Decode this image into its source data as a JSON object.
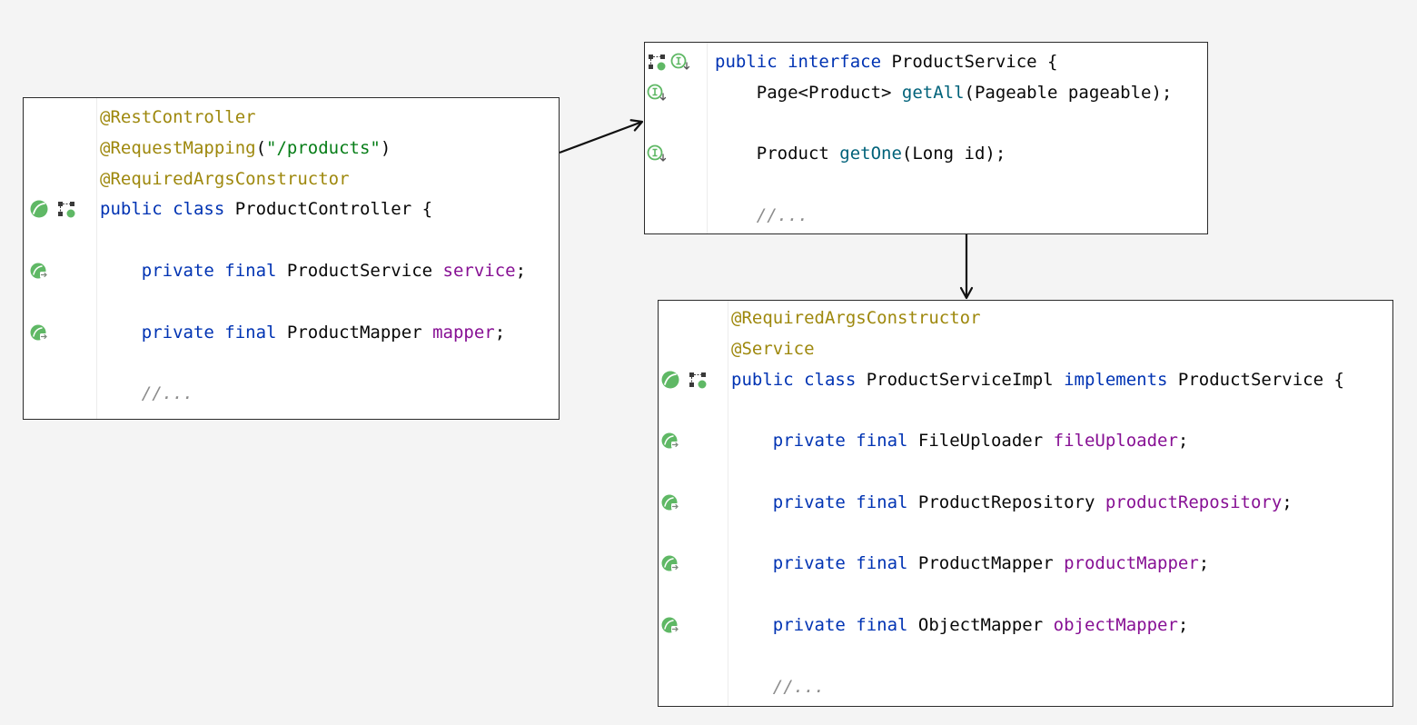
{
  "colors": {
    "annotation": "#9e880d",
    "keyword": "#0033b3",
    "plain": "#080808",
    "string": "#067d17",
    "field": "#871094",
    "method": "#00627a",
    "comment": "#8c8c8c",
    "gutter_icon_green": "#5fb865"
  },
  "controller_panel": {
    "lines": [
      [
        {
          "t": "@RestController",
          "c": "annotation"
        }
      ],
      [
        {
          "t": "@RequestMapping",
          "c": "annotation"
        },
        {
          "t": "(",
          "c": "plain"
        },
        {
          "t": "\"/products\"",
          "c": "string"
        },
        {
          "t": ")",
          "c": "plain"
        }
      ],
      [
        {
          "t": "@RequiredArgsConstructor",
          "c": "annotation"
        }
      ],
      [
        {
          "t": "public ",
          "c": "keyword"
        },
        {
          "t": "class ",
          "c": "keyword"
        },
        {
          "t": "ProductController {",
          "c": "plain"
        }
      ],
      [],
      [
        {
          "t": "    private ",
          "c": "keyword"
        },
        {
          "t": "final ",
          "c": "keyword"
        },
        {
          "t": "ProductService ",
          "c": "plain"
        },
        {
          "t": "service",
          "c": "field"
        },
        {
          "t": ";",
          "c": "plain"
        }
      ],
      [],
      [
        {
          "t": "    private ",
          "c": "keyword"
        },
        {
          "t": "final ",
          "c": "keyword"
        },
        {
          "t": "ProductMapper ",
          "c": "plain"
        },
        {
          "t": "mapper",
          "c": "field"
        },
        {
          "t": ";",
          "c": "plain"
        }
      ],
      [],
      [
        {
          "t": "    //...",
          "c": "comment"
        }
      ]
    ],
    "gutter_icons": [
      {
        "line": 3,
        "icons": [
          "spring-bean-icon",
          "bean-dependency-graph-icon"
        ]
      },
      {
        "line": 5,
        "icons": [
          "autowired-injection-icon"
        ]
      },
      {
        "line": 7,
        "icons": [
          "autowired-injection-icon"
        ]
      }
    ]
  },
  "interface_panel": {
    "lines": [
      [
        {
          "t": "public ",
          "c": "keyword"
        },
        {
          "t": "interface ",
          "c": "keyword"
        },
        {
          "t": "ProductService {",
          "c": "plain"
        }
      ],
      [
        {
          "t": "    Page<Product> ",
          "c": "plain"
        },
        {
          "t": "getAll",
          "c": "method"
        },
        {
          "t": "(Pageable pageable);",
          "c": "plain"
        }
      ],
      [],
      [
        {
          "t": "    Product ",
          "c": "plain"
        },
        {
          "t": "getOne",
          "c": "method"
        },
        {
          "t": "(Long id);",
          "c": "plain"
        }
      ],
      [],
      [
        {
          "t": "    //...",
          "c": "comment"
        }
      ]
    ],
    "gutter_icons": [
      {
        "line": 0,
        "icons": [
          "bean-dependency-graph-icon",
          "implemented-interface-icon"
        ]
      },
      {
        "line": 1,
        "icons": [
          "implemented-interface-icon"
        ]
      },
      {
        "line": 3,
        "icons": [
          "implemented-interface-icon"
        ]
      }
    ]
  },
  "impl_panel": {
    "lines": [
      [
        {
          "t": "@RequiredArgsConstructor",
          "c": "annotation"
        }
      ],
      [
        {
          "t": "@Service",
          "c": "annotation"
        }
      ],
      [
        {
          "t": "public ",
          "c": "keyword"
        },
        {
          "t": "class ",
          "c": "keyword"
        },
        {
          "t": "ProductServiceImpl ",
          "c": "plain"
        },
        {
          "t": "implements ",
          "c": "keyword"
        },
        {
          "t": "ProductService {",
          "c": "plain"
        }
      ],
      [],
      [
        {
          "t": "    private ",
          "c": "keyword"
        },
        {
          "t": "final ",
          "c": "keyword"
        },
        {
          "t": "FileUploader ",
          "c": "plain"
        },
        {
          "t": "fileUploader",
          "c": "field"
        },
        {
          "t": ";",
          "c": "plain"
        }
      ],
      [],
      [
        {
          "t": "    private ",
          "c": "keyword"
        },
        {
          "t": "final ",
          "c": "keyword"
        },
        {
          "t": "ProductRepository ",
          "c": "plain"
        },
        {
          "t": "productRepository",
          "c": "field"
        },
        {
          "t": ";",
          "c": "plain"
        }
      ],
      [],
      [
        {
          "t": "    private ",
          "c": "keyword"
        },
        {
          "t": "final ",
          "c": "keyword"
        },
        {
          "t": "ProductMapper ",
          "c": "plain"
        },
        {
          "t": "productMapper",
          "c": "field"
        },
        {
          "t": ";",
          "c": "plain"
        }
      ],
      [],
      [
        {
          "t": "    private ",
          "c": "keyword"
        },
        {
          "t": "final ",
          "c": "keyword"
        },
        {
          "t": "ObjectMapper ",
          "c": "plain"
        },
        {
          "t": "objectMapper",
          "c": "field"
        },
        {
          "t": ";",
          "c": "plain"
        }
      ],
      [],
      [
        {
          "t": "    //...",
          "c": "comment"
        }
      ]
    ],
    "gutter_icons": [
      {
        "line": 2,
        "icons": [
          "spring-bean-icon",
          "bean-dependency-graph-icon"
        ]
      },
      {
        "line": 4,
        "icons": [
          "autowired-injection-icon"
        ]
      },
      {
        "line": 6,
        "icons": [
          "autowired-injection-icon"
        ]
      },
      {
        "line": 8,
        "icons": [
          "autowired-injection-icon"
        ]
      },
      {
        "line": 10,
        "icons": [
          "autowired-injection-icon"
        ]
      }
    ]
  },
  "connectors": [
    {
      "from": "controller_panel",
      "to": "interface_panel"
    },
    {
      "from": "interface_panel",
      "to": "impl_panel"
    }
  ]
}
